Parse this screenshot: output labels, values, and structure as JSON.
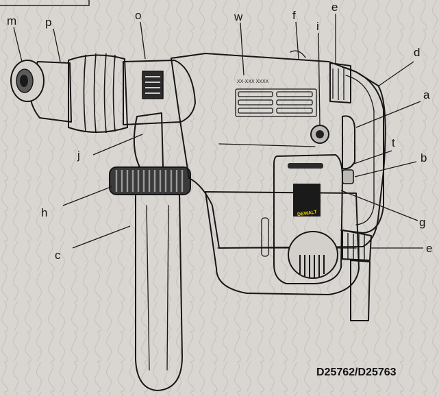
{
  "model_label": "D25762/D25763",
  "serial_text": "XX-XXX XXXX",
  "brand_text": "DEWALT",
  "callouts": [
    {
      "key": "m",
      "text": "m"
    },
    {
      "key": "p",
      "text": "p"
    },
    {
      "key": "o",
      "text": "o"
    },
    {
      "key": "w",
      "text": "w"
    },
    {
      "key": "f",
      "text": "f"
    },
    {
      "key": "e_top",
      "text": "e"
    },
    {
      "key": "i",
      "text": "i"
    },
    {
      "key": "d",
      "text": "d"
    },
    {
      "key": "a",
      "text": "a"
    },
    {
      "key": "t",
      "text": "t"
    },
    {
      "key": "b",
      "text": "b"
    },
    {
      "key": "j",
      "text": "j"
    },
    {
      "key": "h",
      "text": "h"
    },
    {
      "key": "g",
      "text": "g"
    },
    {
      "key": "c",
      "text": "c"
    },
    {
      "key": "e_bottom",
      "text": "e"
    }
  ]
}
